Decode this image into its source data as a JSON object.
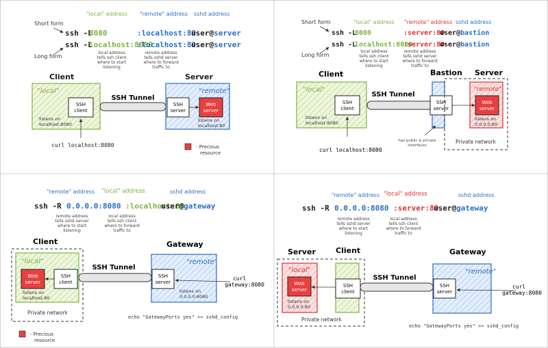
{
  "colors": {
    "green": "#7cb342",
    "green_fill": "#e6f2cf",
    "blue": "#2a6fc4",
    "blue_fill": "#dbe8fb",
    "red": "#e03030",
    "red_fill": "#f9d6d6",
    "red_box": "#e84040",
    "ink": "#1c1c1c"
  },
  "p1": {
    "label_short": "Short form",
    "label_long": "Long form",
    "hdr_local": "\"local\" address",
    "hdr_remote": "\"remote\" address",
    "hdr_sshd": "sshd address",
    "l1_cmd": "ssh -L",
    "l1_local": "8080",
    "l1_remote": ":localhost:80",
    "l1_user": "user@",
    "l1_host": "server",
    "l2_cmd": "ssh -L",
    "l2_local": "localhost:8080",
    "l2_remote": ":localhost:80",
    "l2_user": "user@",
    "l2_host": "server",
    "note_local": [
      "local address",
      "tells ssh client",
      "where to start",
      "listening"
    ],
    "note_remote": [
      "remote address",
      "tells sshd server",
      "where to forward",
      "traffic to"
    ],
    "client_title": "Client",
    "server_title": "Server",
    "local_tag": "\"local\"",
    "remote_tag": "\"remote\"",
    "ssh_client": [
      "SSH",
      "client"
    ],
    "ssh_server": [
      "SSH",
      "server"
    ],
    "web_server": [
      "Web",
      "server"
    ],
    "tunnel": "SSH Tunnel",
    "listen_left": [
      "listens on",
      "localhost:8080"
    ],
    "listen_right": [
      "listens on",
      "localhost:80"
    ],
    "curl": "curl localhost:8080",
    "legend": [
      "- Precious",
      "resource"
    ]
  },
  "p2": {
    "label_short": "Short form",
    "label_long": "Long form",
    "hdr_local": "\"local\" address",
    "hdr_remote": "\"remote\" address",
    "hdr_sshd": "sshd address",
    "l1_cmd": "ssh -L",
    "l1_local": "8080",
    "l1_remote": ":server:80",
    "l1_user": "user@",
    "l1_host": "bastion",
    "l2_cmd": "ssh -L",
    "l2_local": "localhost:8080",
    "l2_remote": ":server:80",
    "l2_user": "user@",
    "l2_host": "bastion",
    "note_local": [
      "local address",
      "tells ssh client",
      "where to start",
      "listening"
    ],
    "note_remote": [
      "remote address",
      "tells sshd server",
      "where to forward",
      "traffic to"
    ],
    "client_title": "Client",
    "bastion_title": "Bastion",
    "server_title": "Server",
    "local_tag": "\"local\"",
    "remote_tag": "\"remote\"",
    "ssh_client": [
      "SSH",
      "client"
    ],
    "ssh_server": [
      "SSH",
      "server"
    ],
    "web_server": [
      "Web",
      "server"
    ],
    "tunnel": "SSH Tunnel",
    "listen_left": [
      "listens on",
      "localhost:8080"
    ],
    "listen_right": [
      "listens on",
      "0.0.0.0:80"
    ],
    "curl": "curl localhost:8080",
    "interfaces_note": [
      "has public & private",
      "interfaces"
    ],
    "private_network": "Private network"
  },
  "p3": {
    "hdr_remote": "\"remote\" address",
    "hdr_local": "\"local\" address",
    "hdr_sshd": "sshd address",
    "cmd": "ssh -R",
    "remote_addr": "0.0.0.0:8080",
    "local_addr": ":localhost:80",
    "user": "user@",
    "host": "gateway",
    "note_remote": [
      "remote address",
      "tells sshd server",
      "where to start",
      "listening"
    ],
    "note_local": [
      "local address",
      "tells ssh client",
      "where to forward",
      "traffic to"
    ],
    "client_title": "Client",
    "gateway_title": "Gateway",
    "local_tag": "\"local\"",
    "remote_tag": "\"remote\"",
    "ssh_client": [
      "SSH",
      "client"
    ],
    "ssh_server": [
      "SSH",
      "server"
    ],
    "web_server": [
      "Web",
      "server"
    ],
    "tunnel": "SSH Tunnel",
    "listen_left": [
      "listens on",
      "localhost:80"
    ],
    "listen_right": [
      "listens on",
      "0.0.0.0:8080"
    ],
    "curl": [
      "curl",
      "gateway:8080"
    ],
    "private_network": "Private network",
    "echo": "echo \"GatewayPorts yes\" >> sshd_config",
    "legend": [
      "- Precious",
      "resource"
    ]
  },
  "p4": {
    "hdr_remote": "\"remote\" address",
    "hdr_local": "\"local\" address",
    "hdr_sshd": "sshd address",
    "cmd": "ssh -R",
    "remote_addr": "0.0.0.0:8080",
    "local_addr": ":server:80",
    "user": "user@",
    "host": "gateway",
    "note_remote": [
      "remote address",
      "tells sshd server",
      "where to start",
      "listening"
    ],
    "note_local": [
      "local address",
      "tells ssh client",
      "where to forward",
      "traffic to"
    ],
    "server_title": "Server",
    "client_title": "Client",
    "gateway_title": "Gateway",
    "local_tag": "\"local\"",
    "remote_tag": "\"remote\"",
    "ssh_client": [
      "SSH",
      "client"
    ],
    "ssh_server": [
      "SSH",
      "server"
    ],
    "web_server": [
      "Web",
      "server"
    ],
    "tunnel": "SSH Tunnel",
    "listen_left": [
      "listens on",
      "0.0.0.0:80"
    ],
    "curl": [
      "curl",
      "gateway:8080"
    ],
    "private_network": "Private network",
    "echo": "echo \"GatewayPorts yes\" >> sshd_config"
  }
}
